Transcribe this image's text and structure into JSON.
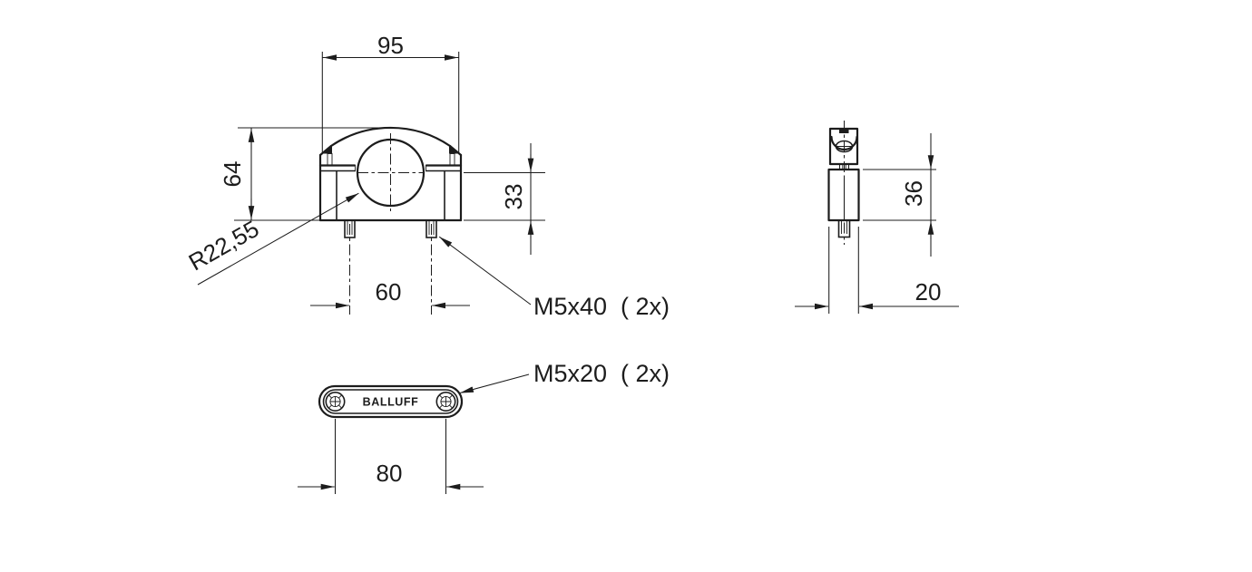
{
  "title": "Mounting clamp dimensional drawing",
  "colors": {
    "line": "#1c1c1c",
    "background": "#ffffff"
  },
  "front_view": {
    "dim_width": "95",
    "dim_height": "64",
    "dim_center_height": "33",
    "dim_stud_spacing": "60",
    "radius_callout": "R22,55",
    "screw_callout": "M5x40  ( 2x)"
  },
  "side_view": {
    "dim_body_height": "36",
    "dim_depth": "20"
  },
  "bottom_view": {
    "screw_callout": "M5x20  ( 2x)",
    "dim_hole_spacing": "80",
    "brand_label": "BALLUFF"
  }
}
